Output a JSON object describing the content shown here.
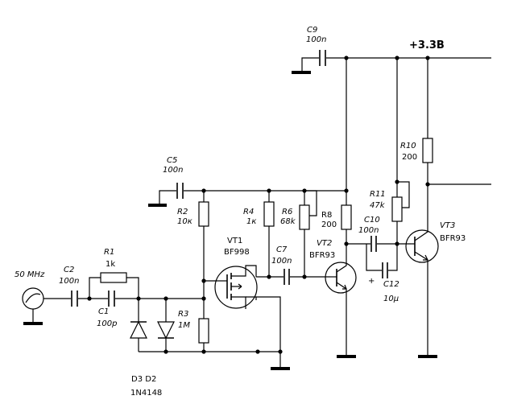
{
  "supply": {
    "label": "+3.3B"
  },
  "input": {
    "label": "50 MHz"
  },
  "components": {
    "c1": {
      "ref": "C1",
      "value": "100p"
    },
    "c2": {
      "ref": "C2",
      "value": "100n"
    },
    "c5": {
      "ref": "C5",
      "value": "100n"
    },
    "c7": {
      "ref": "C7",
      "value": "100n"
    },
    "c9": {
      "ref": "C9",
      "value": "100n"
    },
    "c10": {
      "ref": "C10",
      "value": "100n"
    },
    "c12": {
      "ref": "C12",
      "value": "10μ"
    },
    "r1": {
      "ref": "R1",
      "value": "1k"
    },
    "r2": {
      "ref": "R2",
      "value": "10к"
    },
    "r3": {
      "ref": "R3",
      "value": "1M"
    },
    "r4": {
      "ref": "R4",
      "value": "1к"
    },
    "r6": {
      "ref": "R6",
      "value": "68k"
    },
    "r8": {
      "ref": "R8",
      "value": "200"
    },
    "r10": {
      "ref": "R10",
      "value": "200"
    },
    "r11": {
      "ref": "R11",
      "value": "47k"
    },
    "vt1": {
      "ref": "VT1",
      "value": "BF998"
    },
    "vt2": {
      "ref": "VT2",
      "value": "BFR93"
    },
    "vt3": {
      "ref": "VT3",
      "value": "BFR93"
    },
    "diodes": {
      "refs": "D3  D2",
      "value": "1N4148"
    }
  },
  "polarity": {
    "plus": "+"
  }
}
